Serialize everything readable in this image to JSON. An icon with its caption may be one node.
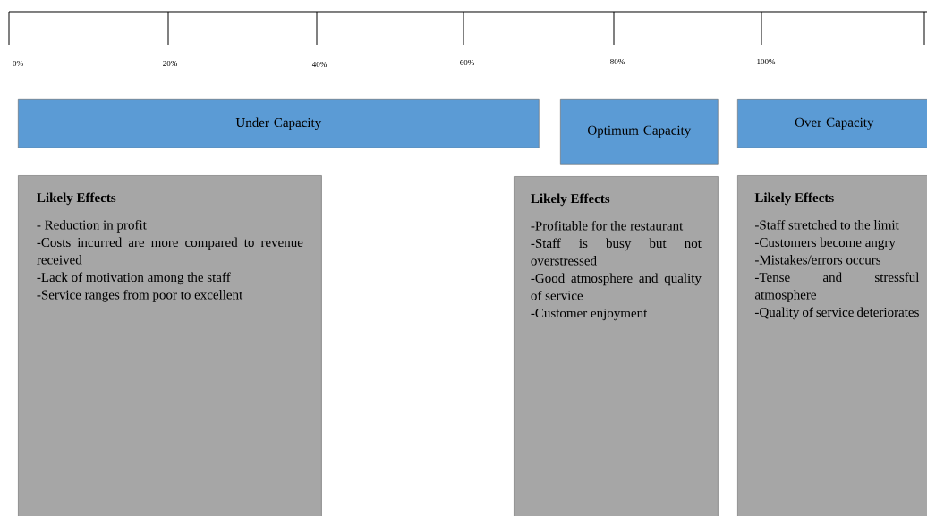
{
  "diagram": {
    "nodes": [
      {
        "text": [
          "Under Capacity"
        ]
      },
      {
        "text": [
          "Optimum Capacity"
        ]
      },
      {
        "text": [
          "Over Capacity"
        ]
      },
      {
        "text": [
          "Likely Effects",
          "- Reduction in profit",
          "-Costs incurred are more compared to revenue received",
          "-Lack of motivation among the staff",
          "-Service ranges from poor to excellent"
        ]
      },
      {
        "text": [
          "Likely Effects",
          "-Profitable for the restaurant",
          "-Staff is busy but not overstressed",
          "-Good atmosphere and quality of service",
          "-Customer enjoyment"
        ]
      },
      {
        "text": [
          "Likely Effects",
          "-Staff stretched to the limit",
          "-Customers become angry",
          "-Mistakes/errors occurs",
          "-Tense and stressful atmosphere",
          "-Quality of service deteriorates"
        ]
      }
    ],
    "labels": [
      "0%",
      "20%",
      "40%",
      "60%",
      "80%",
      "100%"
    ]
  }
}
